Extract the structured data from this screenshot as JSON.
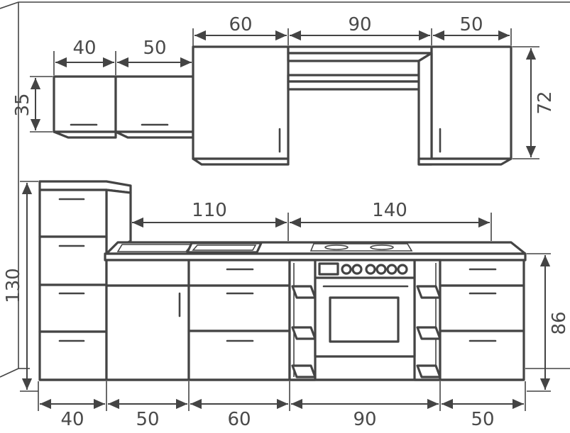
{
  "dimensions": {
    "upper": {
      "w40": "40",
      "w50": "50",
      "w60": "60",
      "w90": "90",
      "w50b": "50",
      "h35": "35",
      "h72": "72"
    },
    "middle": {
      "w110": "110",
      "w140": "140",
      "h130": "130",
      "h86": "86"
    },
    "bottom": {
      "w40": "40",
      "w50": "50",
      "w60": "60",
      "w90": "90",
      "w50b": "50"
    }
  }
}
